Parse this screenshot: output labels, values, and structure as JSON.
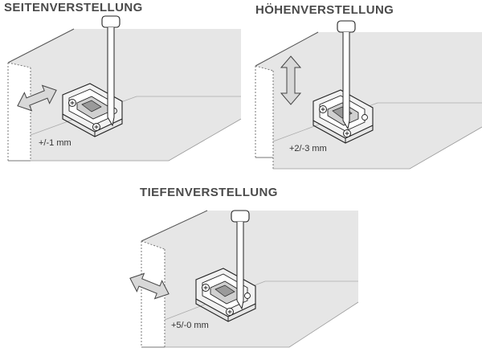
{
  "headings": {
    "side_adjustment": "SEITENVERSTELLUNG",
    "height_adjustment": "HÖHENVERSTELLUNG",
    "depth_adjustment": "TIEFENVERSTELLUNG"
  },
  "measurements": {
    "side": "+/-1 mm",
    "height": "+2/-3 mm",
    "depth": "+5/-0 mm"
  },
  "icons": {
    "adjustment_arrow": "double-arrow-icon",
    "tool": "screwdriver-icon",
    "hinge": "hinge-mounting-plate-icon"
  },
  "colors": {
    "heading": "#4a4a4a",
    "panel_fill": "#e6e6e6",
    "arrow_fill": "#d8d8d8"
  }
}
